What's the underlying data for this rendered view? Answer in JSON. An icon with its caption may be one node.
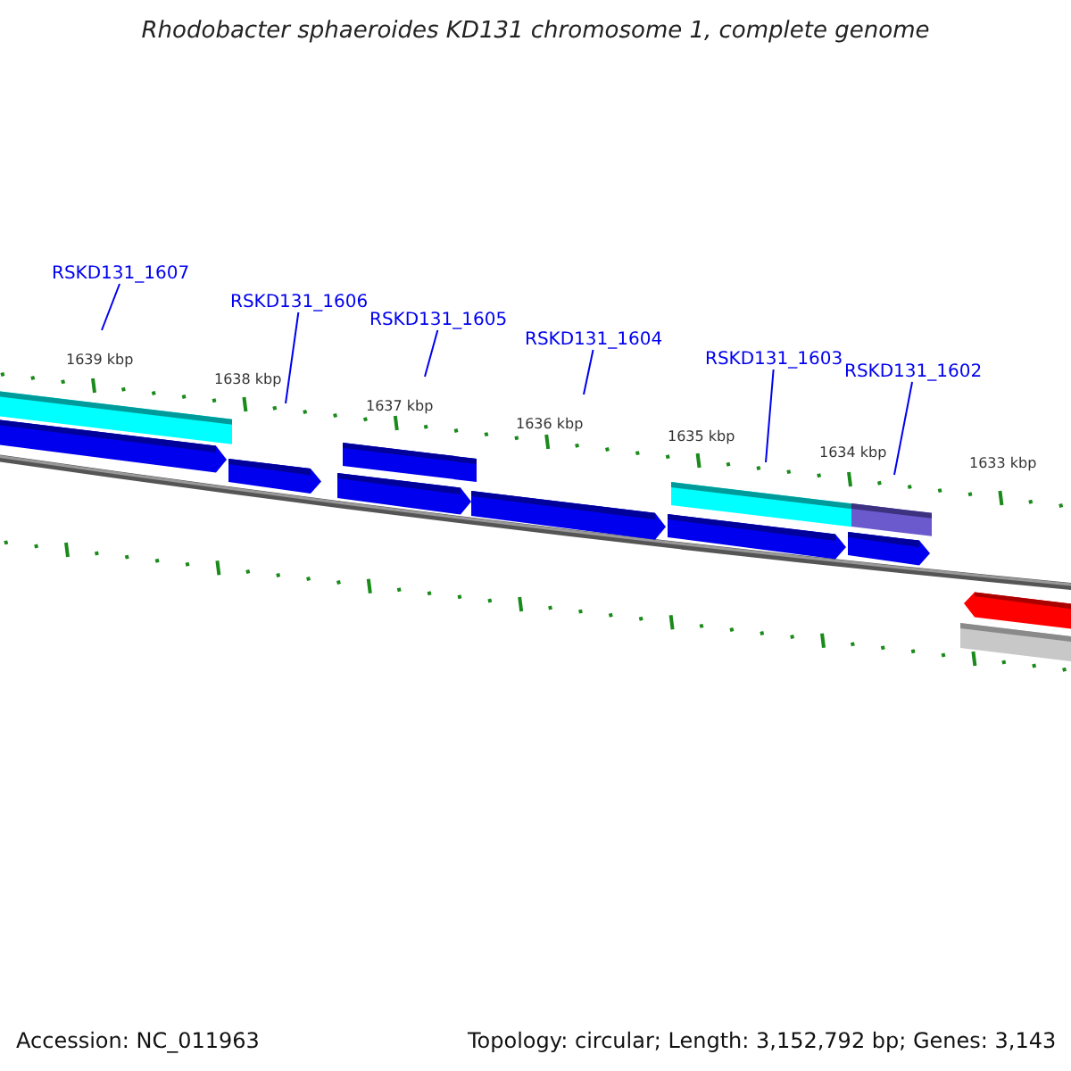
{
  "diagram": {
    "title": "Rhodobacter sphaeroides KD131 chromosome 1, complete genome",
    "nodes": [
      {
        "text": [
          "RSKD131_1607"
        ]
      },
      {
        "text": [
          "RSKD131_1606"
        ]
      },
      {
        "text": [
          "RSKD131_1605"
        ]
      },
      {
        "text": [
          "RSKD131_1604"
        ]
      },
      {
        "text": [
          "RSKD131_1603"
        ]
      },
      {
        "text": [
          "RSKD131_1602"
        ]
      }
    ],
    "edges": [
      {
        "from": 0,
        "to": null,
        "arrow": "none"
      },
      {
        "from": 1,
        "to": null,
        "arrow": "none"
      },
      {
        "from": 2,
        "to": null,
        "arrow": "none"
      },
      {
        "from": 3,
        "to": null,
        "arrow": "none"
      },
      {
        "from": 4,
        "to": null,
        "arrow": "none"
      },
      {
        "from": 5,
        "to": null,
        "arrow": "none"
      }
    ],
    "labels": [
      "1639 kbp",
      "1638 kbp",
      "1637 kbp",
      "1636 kbp",
      "1635 kbp",
      "1634 kbp",
      "1633 kbp",
      "Accession: NC_011963",
      "Topology: circular; Length: 3,152,792 bp; Genes: 3,143"
    ]
  }
}
